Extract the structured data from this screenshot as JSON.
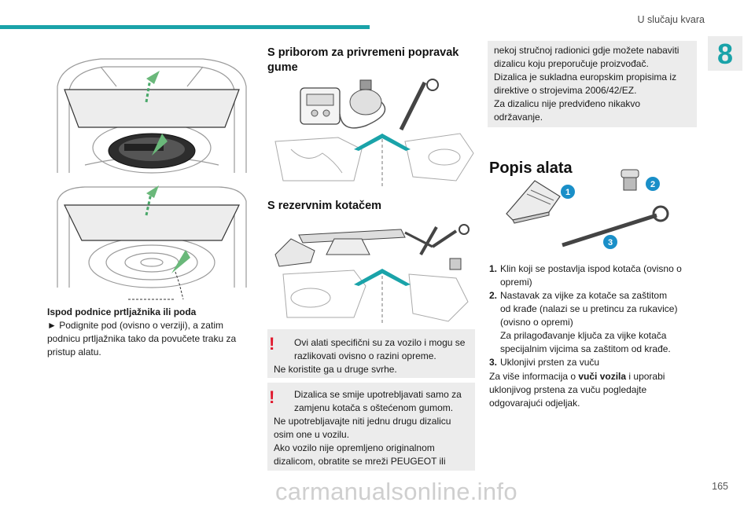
{
  "header": {
    "section": "U slučaju kvara",
    "chapter": "8"
  },
  "left": {
    "caption_title": "Ispod podnice prtljažnika ili poda",
    "caption_line1": "► Podignite pod (ovisno o verziji), a zatim",
    "caption_line2": "podnicu prtljažnika tako da povučete traku za",
    "caption_line3": "pristup alatu."
  },
  "middle": {
    "heading1_line1": "S priborom za privremeni popravak",
    "heading1_line2": "gume",
    "heading2": "S rezervnim kotačem",
    "notice1": {
      "line1": "Ovi alati specifični su za vozilo i mogu se",
      "line2": "razlikovati ovisno o razini opreme.",
      "line3": "Ne koristite ga u druge svrhe."
    },
    "notice2": {
      "line1": "Dizalica se smije upotrebljavati samo za",
      "line2": "zamjenu kotača s oštećenom gumom.",
      "line3": "Ne upotrebljavajte niti jednu drugu dizalicu",
      "line4": "osim one u vozilu.",
      "line5": "Ako vozilo nije opremljeno originalnom",
      "line6": "dizalicom, obratite se mreži PEUGEOT ili"
    }
  },
  "right": {
    "cont": {
      "line1": "nekoj stručnoj radionici gdje možete nabaviti",
      "line2": "dizalicu koju preporučuje proizvođač.",
      "line3": "Dizalica je sukladna europskim propisima iz",
      "line4": "direktive o strojevima 2006/42/EZ.",
      "line5": "Za dizalicu nije predviđeno nikakvo",
      "line6": "održavanje."
    },
    "heading": "Popis alata",
    "callouts": [
      "1",
      "2",
      "3"
    ],
    "items": [
      {
        "num": "1.",
        "lines": [
          "Klin koji se postavlja ispod kotača (ovisno o",
          "opremi)"
        ]
      },
      {
        "num": "2.",
        "lines": [
          "Nastavak za vijke za kotače sa zaštitom",
          "od krađe (nalazi se u pretincu za rukavice)",
          "(ovisno o opremi)",
          "Za prilagođavanje ključa za vijke kotača",
          "specijalnim vijcima sa zaštitom od krađe."
        ]
      },
      {
        "num": "3.",
        "lines": [
          "Uklonjivi prsten za vuču"
        ]
      }
    ],
    "para_pre": "Za više informacija o ",
    "para_bold": "vuči vozila",
    "para_post": " i uporabi",
    "para_line2": "uklonjivog prstena za vuču pogledajte",
    "para_line3": "odgovarajući odjeljak."
  },
  "footer": {
    "page": "165",
    "watermark": "carmanualsonline.info"
  },
  "colors": {
    "accent": "#1aa3a9",
    "warning": "#e0162b",
    "notice_bg": "#ececec",
    "callout": "#1a8fc8"
  }
}
